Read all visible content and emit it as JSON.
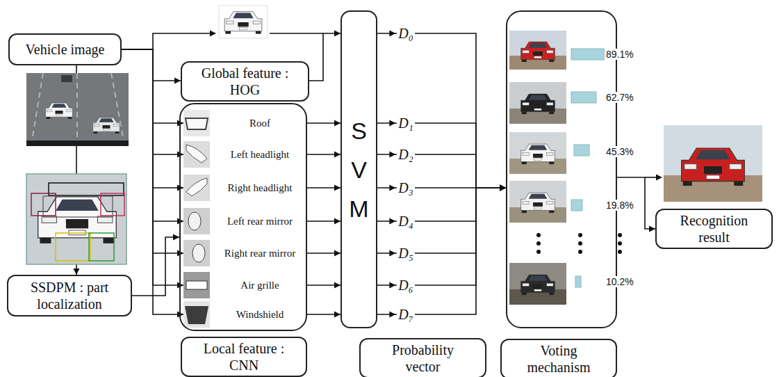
{
  "diagram": {
    "nodes": [
      {
        "text": [
          "Vehicle image"
        ]
      },
      {
        "text": [
          "SSDPM : part localization"
        ]
      },
      {
        "text": [
          "Global feature : HOG"
        ]
      },
      {
        "text": [
          "Local feature : CNN"
        ]
      },
      {
        "text": [
          "Roof"
        ],
        "in": 3
      },
      {
        "text": [
          "Left headlight"
        ],
        "in": 3
      },
      {
        "text": [
          "Right headlight"
        ],
        "in": 3
      },
      {
        "text": [
          "Left rear mirror"
        ],
        "in": 3
      },
      {
        "text": [
          "Right rear mirror"
        ],
        "in": 3
      },
      {
        "text": [
          "Air grille"
        ],
        "in": 3
      },
      {
        "text": [
          "Windshield"
        ],
        "in": 3
      },
      {
        "text": [
          "SVM"
        ]
      },
      {
        "text": [
          "Probability vector"
        ]
      },
      {
        "text": [
          "Voting mechanism"
        ]
      },
      {
        "text": [
          "Recognition result"
        ]
      }
    ],
    "edges": [
      {
        "from": 0,
        "to": 1,
        "arrow": "to"
      },
      {
        "from": 0,
        "to": 2,
        "arrow": "to"
      },
      {
        "from": 0,
        "to": 4,
        "arrow": "to"
      },
      {
        "from": 0,
        "to": 5,
        "arrow": "to"
      },
      {
        "from": 0,
        "to": 6,
        "arrow": "to"
      },
      {
        "from": 0,
        "to": 7,
        "arrow": "to"
      },
      {
        "from": 0,
        "to": 8,
        "arrow": "to"
      },
      {
        "from": 0,
        "to": 9,
        "arrow": "to"
      },
      {
        "from": 0,
        "to": 10,
        "arrow": "to"
      },
      {
        "from": 1,
        "to": 3,
        "arrow": "to"
      },
      {
        "from": 2,
        "to": 11,
        "arrow": "to"
      },
      {
        "from": 4,
        "to": 11,
        "arrow": "to"
      },
      {
        "from": 5,
        "to": 11,
        "arrow": "to"
      },
      {
        "from": 6,
        "to": 11,
        "arrow": "to"
      },
      {
        "from": 7,
        "to": 11,
        "arrow": "to"
      },
      {
        "from": 8,
        "to": 11,
        "arrow": "to"
      },
      {
        "from": 9,
        "to": 11,
        "arrow": "to"
      },
      {
        "from": 10,
        "to": 11,
        "arrow": "to"
      },
      {
        "from": 11,
        "to": 13,
        "arrow": "to",
        "label": "D₀"
      },
      {
        "from": 11,
        "to": 13,
        "arrow": "to",
        "label": "D₁"
      },
      {
        "from": 11,
        "to": 13,
        "arrow": "to",
        "label": "D₂"
      },
      {
        "from": 11,
        "to": 13,
        "arrow": "to",
        "label": "D₃"
      },
      {
        "from": 11,
        "to": 13,
        "arrow": "to",
        "label": "D₄"
      },
      {
        "from": 11,
        "to": 13,
        "arrow": "to",
        "label": "D₅"
      },
      {
        "from": 11,
        "to": 13,
        "arrow": "to",
        "label": "D₆"
      },
      {
        "from": 11,
        "to": 13,
        "arrow": "to",
        "label": "D₇"
      },
      {
        "from": 13,
        "to": 14,
        "arrow": "to"
      }
    ],
    "labels": [
      "89.1%",
      "62.7%",
      "45.3%",
      "19.8%",
      "10.2%"
    ]
  }
}
